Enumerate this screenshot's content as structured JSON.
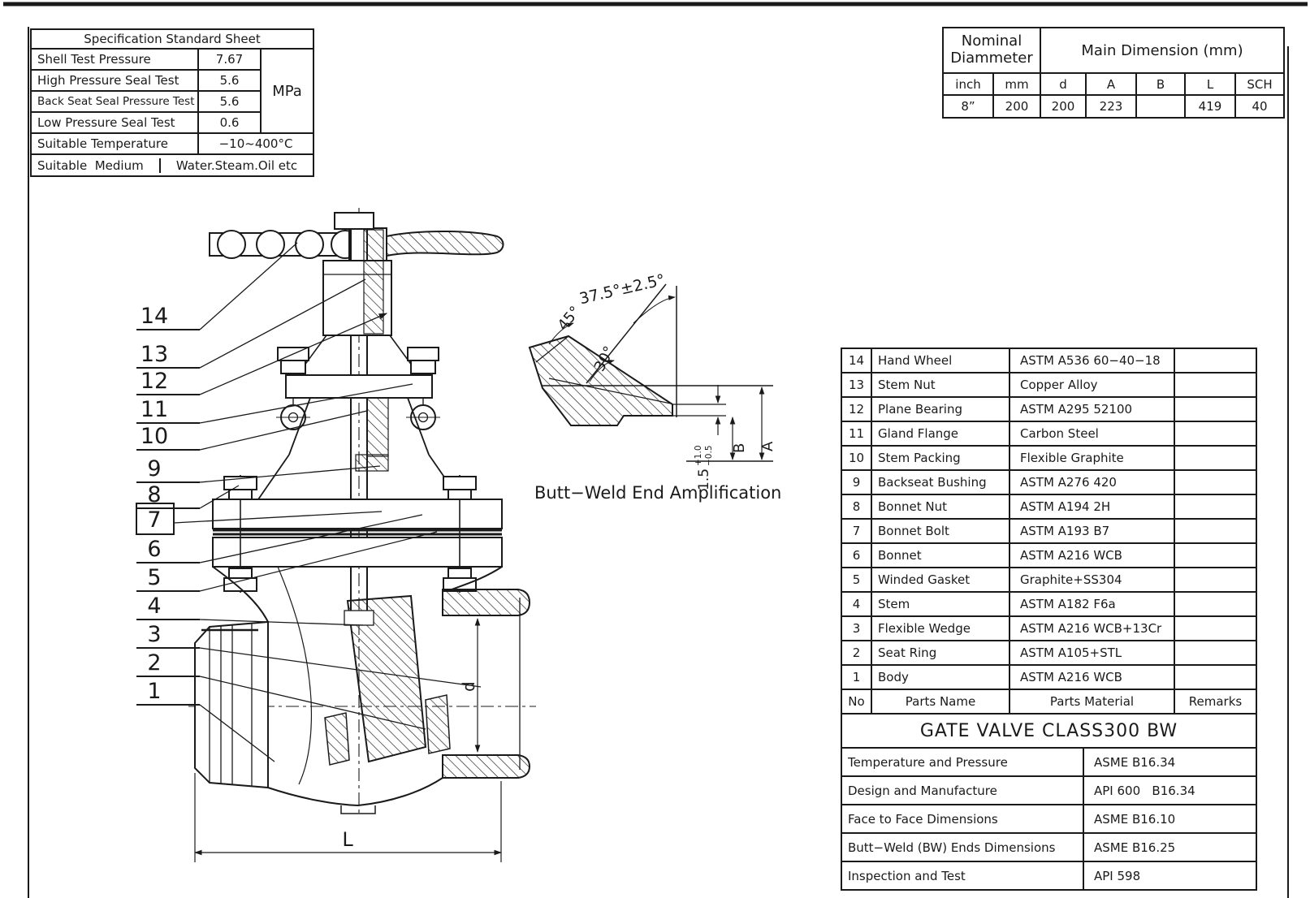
{
  "colors": {
    "line": "#1a1a1a",
    "accent_red": "#c03a36"
  },
  "spec_sheet": {
    "title": "Specification Standard Sheet",
    "rows": [
      {
        "label": "Shell Test Pressure",
        "value": "7.67"
      },
      {
        "label": "High Pressure Seal Test",
        "value": "5.6"
      },
      {
        "label": "Back Seat Seal Pressure Test",
        "value": "5.6"
      },
      {
        "label": "Low Pressure Seal Test",
        "value": "0.6"
      }
    ],
    "unit": "MPa",
    "temp_label": "Suitable Temperature",
    "temp_value": "−10~400°C",
    "medium_label": "Suitable  Medium",
    "medium_value": "Water.Steam.Oil etc"
  },
  "dimension_table": {
    "nominal_header": "Nominal Diammeter",
    "main_header": "Main Dimension (mm)",
    "columns": [
      "inch",
      "mm",
      "d",
      "A",
      "B",
      "L",
      "SCH"
    ],
    "values": [
      "8”",
      "200",
      "200",
      "223",
      "",
      "419",
      "40"
    ]
  },
  "parts_table": {
    "header": {
      "no": "No",
      "name": "Parts Name",
      "material": "Parts Material",
      "remarks": "Remarks"
    },
    "rows": [
      {
        "no": "14",
        "name": "Hand Wheel",
        "material": "ASTM A536 60−40−18"
      },
      {
        "no": "13",
        "name": "Stem Nut",
        "material": "Copper Alloy"
      },
      {
        "no": "12",
        "name": "Plane Bearing",
        "material": "ASTM A295 52100"
      },
      {
        "no": "11",
        "name": "Gland Flange",
        "material": "Carbon Steel"
      },
      {
        "no": "10",
        "name": "Stem Packing",
        "material": "Flexible Graphite"
      },
      {
        "no": "9",
        "name": "Backseat Bushing",
        "material": "ASTM A276 420"
      },
      {
        "no": "8",
        "name": "Bonnet Nut",
        "material": "ASTM A194 2H"
      },
      {
        "no": "7",
        "name": "Bonnet Bolt",
        "material": "ASTM A193 B7"
      },
      {
        "no": "6",
        "name": "Bonnet",
        "material": "ASTM A216 WCB"
      },
      {
        "no": "5",
        "name": "Winded Gasket",
        "material": "Graphite+SS304"
      },
      {
        "no": "4",
        "name": "Stem",
        "material": "ASTM A182 F6a"
      },
      {
        "no": "3",
        "name": "Flexible Wedge",
        "material": "ASTM A216 WCB+13Cr"
      },
      {
        "no": "2",
        "name": "Seat Ring",
        "material": "ASTM A105+STL"
      },
      {
        "no": "1",
        "name": "Body",
        "material": "ASTM A216 WCB"
      }
    ]
  },
  "title_block": {
    "title": "GATE VALVE CLASS300 BW",
    "standards": [
      {
        "label": "Temperature and Pressure",
        "value": "ASME B16.34"
      },
      {
        "label": "Design and Manufacture",
        "value": "API 600   B16.34"
      },
      {
        "label": "Face to Face Dimensions",
        "value": "ASME B16.10"
      },
      {
        "label": "Butt−Weld (BW) Ends Dimensions",
        "value": "ASME B16.25"
      },
      {
        "label": "Inspection and Test",
        "value": "API 598"
      }
    ]
  },
  "drawing": {
    "callouts": [
      "14",
      "13",
      "12",
      "11",
      "10",
      "9",
      "8",
      "7",
      "6",
      "5",
      "4",
      "3",
      "2",
      "1"
    ],
    "dim_length": "L",
    "dim_bore": "d"
  },
  "detail": {
    "caption": "Butt−Weld End Amplification",
    "angle_outer": "37.5°±2.5°",
    "angle_chamfer": "45°",
    "angle_inner": "30°",
    "root_face": "1.5",
    "tol_plus": "+1.0",
    "tol_minus": "−0.5",
    "dim_b": "B",
    "dim_a": "A"
  }
}
